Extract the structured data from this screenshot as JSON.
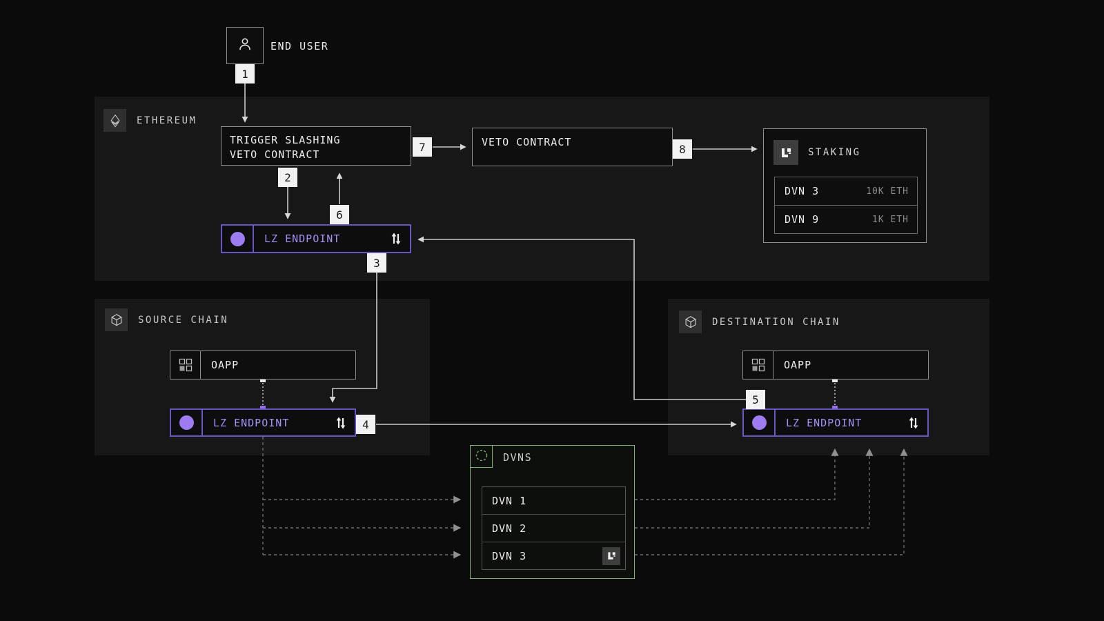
{
  "end_user": {
    "label": "END USER"
  },
  "steps": [
    "1",
    "2",
    "3",
    "4",
    "5",
    "6",
    "7",
    "8"
  ],
  "ethereum": {
    "label": "ETHEREUM",
    "trigger": {
      "line1": "TRIGGER SLASHING",
      "line2": "VETO CONTRACT"
    },
    "veto": {
      "label": "VETO CONTRACT"
    },
    "staking": {
      "label": "STAKING",
      "rows": [
        {
          "name": "DVN 3",
          "value": "10K ETH"
        },
        {
          "name": "DVN 9",
          "value": "1K ETH"
        }
      ]
    },
    "endpoint": {
      "label": "LZ ENDPOINT"
    }
  },
  "source_chain": {
    "label": "SOURCE CHAIN",
    "oapp": {
      "label": "OAPP"
    },
    "endpoint": {
      "label": "LZ ENDPOINT"
    }
  },
  "destination_chain": {
    "label": "DESTINATION CHAIN",
    "oapp": {
      "label": "OAPP"
    },
    "endpoint": {
      "label": "LZ ENDPOINT"
    }
  },
  "dvns": {
    "label": "DVNS",
    "rows": [
      {
        "name": "DVN 1"
      },
      {
        "name": "DVN 2"
      },
      {
        "name": "DVN 3"
      }
    ]
  },
  "icons": [
    "user-icon",
    "ethereum-icon",
    "cube-icon",
    "grid-icon",
    "lz-logo-icon",
    "swap-vertical-icon",
    "dashed-circle-icon"
  ],
  "colors": {
    "background": "#0b0b0b",
    "panel": "#171717",
    "purple_border": "#6a56c2",
    "purple_text": "#a98ef6",
    "purple_dot": "#9c7cf0",
    "green": "#83ad72",
    "arrow": "#c9c9c9",
    "dashed": "#6f6f6f",
    "badge_bg": "#f2f2f2"
  }
}
